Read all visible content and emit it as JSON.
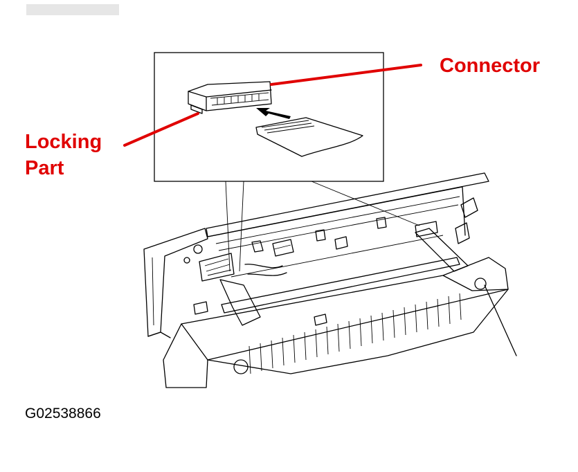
{
  "labels": {
    "connector": "Connector",
    "locking_line1": "Locking",
    "locking_line2": "Part",
    "figure_id": "G02538866"
  },
  "colors": {
    "callout": "#e00000",
    "line_art": "#000000",
    "background": "#ffffff"
  },
  "icons": [
    "insertion-arrow-icon"
  ]
}
